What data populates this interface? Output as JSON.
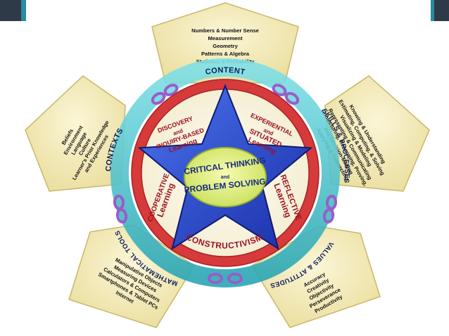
{
  "colors": {
    "corner_dark": "#2f3a49",
    "corner_teal": "#2a8aa0",
    "pentagon_fill": "#f3eab6",
    "band_teal": "#3ec0c8",
    "ring_red": "#d63a3a",
    "star_blue": "#2646c8",
    "chain_purple": "#9a5cc9",
    "approach_text": "#9b1020"
  },
  "domains": {
    "content": {
      "title": "CONTENT",
      "items": [
        "Numbers & Number Sense",
        "Measurement",
        "Geometry",
        "Patterns & Algebra",
        "Statistics & Probability"
      ]
    },
    "skills": {
      "title": "SKILLS & PROCESSES",
      "items": [
        "Knowing & Understanding",
        "Estimating, Computing, & Solving",
        "Visualizing & Modeling",
        "Representing & Communicating",
        "Conjecturing, Reasoning, Proving,",
        "and Decision-Making",
        "Applying & Connecting"
      ]
    },
    "values": {
      "title": "VALUES & ATTITUDES",
      "items": [
        "Accuracy",
        "Creativity",
        "Objectivity",
        "Perseverance",
        "Productivity"
      ]
    },
    "tools": {
      "title": "MATHEMATICAL TOOLS",
      "items": [
        "Manipulative Objects",
        "Measuring Devices",
        "Calculators & Computers",
        "Smartphones & Tablet PCs",
        "Internet"
      ]
    },
    "contexts": {
      "title": "CONTEXTS",
      "items": [
        "Beliefs",
        "Environment",
        "Language",
        "Culture",
        "Learner's Prior Knowledge",
        "and Experiences"
      ]
    }
  },
  "approaches": {
    "discovery": [
      "DISCOVERY",
      "and",
      "INQUIRY-BASED",
      "Learning"
    ],
    "experiential": [
      "EXPERIENTIAL",
      "and",
      "SITUATED",
      "Learning"
    ],
    "cooperative": [
      "COOPERATIVE",
      "Learning"
    ],
    "reflective": [
      "REFLECTIVE",
      "Learning"
    ],
    "constructivism": "CONSTRUCTIVISM"
  },
  "center": {
    "line1": "CRITICAL THINKING",
    "line2": "and",
    "line3": "PROBLEM SOLVING"
  }
}
